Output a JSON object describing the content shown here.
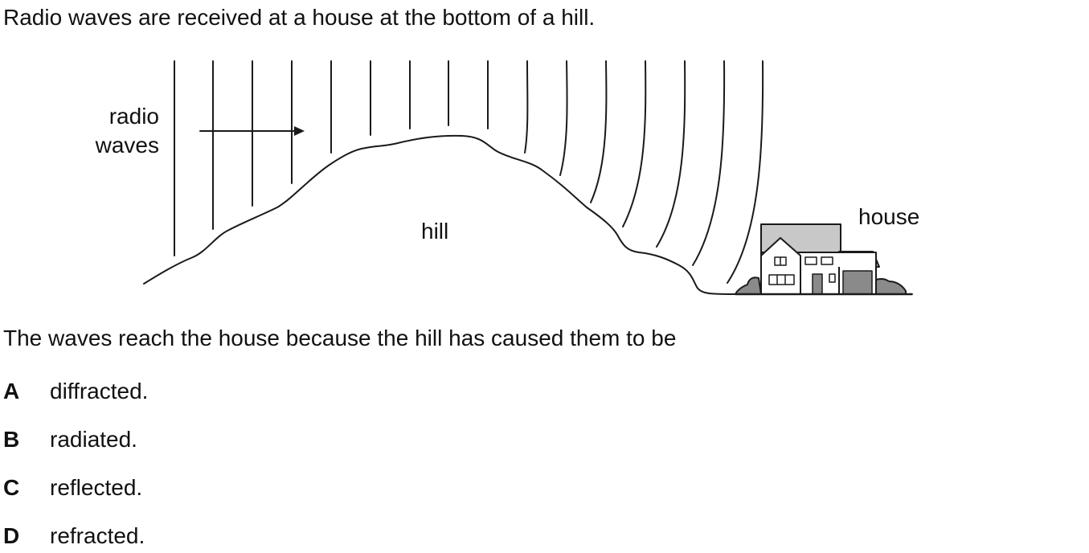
{
  "question": {
    "intro": "Radio waves are received at a house at the bottom of a hill.",
    "stem": "The waves reach the house because the hill has caused them to be"
  },
  "diagram": {
    "labels": {
      "radio_line1": "radio",
      "radio_line2": "waves",
      "hill": "hill",
      "house": "house"
    },
    "colors": {
      "line": "#1a1a1a",
      "roof": "#c8c8c8",
      "dark_fill": "#8a8a8a"
    }
  },
  "options": [
    {
      "letter": "A",
      "text": "diffracted."
    },
    {
      "letter": "B",
      "text": "radiated."
    },
    {
      "letter": "C",
      "text": "reflected."
    },
    {
      "letter": "D",
      "text": "refracted."
    }
  ]
}
